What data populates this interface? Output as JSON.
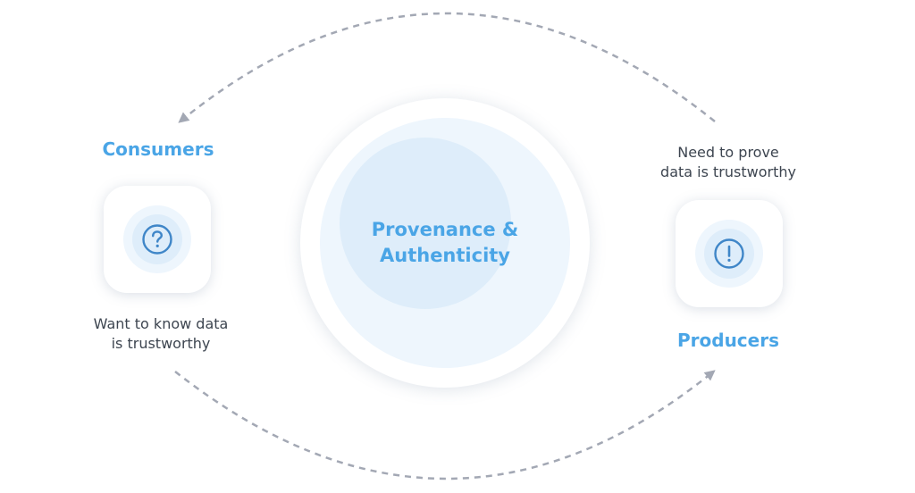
{
  "center": {
    "label": "Provenance &\nAuthenticity"
  },
  "consumers": {
    "title": "Consumers",
    "description": "Want to know data\nis trustworthy",
    "icon": "question-icon"
  },
  "producers": {
    "title": "Producers",
    "description": "Need to prove\ndata is trustworthy",
    "icon": "exclamation-icon"
  },
  "colors": {
    "accent": "#4aa5e6",
    "icon_stroke": "#3f86c8",
    "arrow": "#a3a8b4",
    "text": "#3d4550"
  }
}
